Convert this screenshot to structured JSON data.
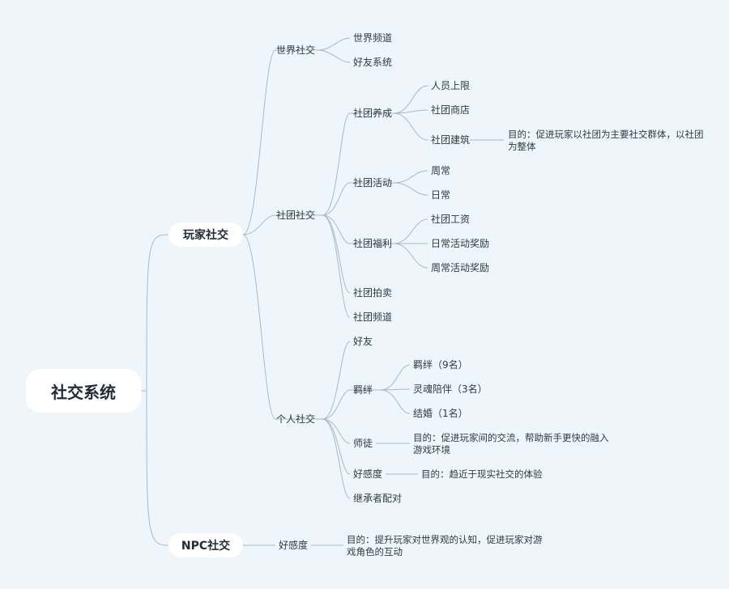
{
  "root": "社交系统",
  "branches": {
    "player_social": {
      "label": "玩家社交",
      "world": {
        "label": "世界社交",
        "items": [
          "世界频道",
          "好友系统"
        ]
      },
      "guild": {
        "label": "社团社交",
        "nurture": {
          "label": "社团养成",
          "items": [
            "人员上限",
            "社团商店",
            "社团建筑"
          ],
          "note_line1": "目的：促进玩家以社团为主要社交群体，以社团",
          "note_line2": "为整体"
        },
        "activity": {
          "label": "社团活动",
          "items": [
            "周常",
            "日常"
          ]
        },
        "welfare": {
          "label": "社团福利",
          "items": [
            "社团工资",
            "日常活动奖励",
            "周常活动奖励"
          ]
        },
        "auction": "社团拍卖",
        "channel": "社团频道"
      },
      "personal": {
        "label": "个人社交",
        "friend": "好友",
        "bond": {
          "label": "羁绊",
          "items": [
            "羁绊（9名）",
            "灵魂陪伴（3名）",
            "结婚（1名）"
          ]
        },
        "mentor": {
          "label": "师徒",
          "note_line1": "目的：促进玩家间的交流，帮助新手更快的融入",
          "note_line2": "游戏环境"
        },
        "favor": {
          "label": "好感度",
          "note": "目的：趋近于现实社交的体验"
        },
        "heir": "继承者配对"
      }
    },
    "npc_social": {
      "label": "NPC社交",
      "favor": {
        "label": "好感度",
        "note_line1": "目的：提升玩家对世界观的认知，促进玩家对游",
        "note_line2": "戏角色的互动"
      }
    }
  }
}
